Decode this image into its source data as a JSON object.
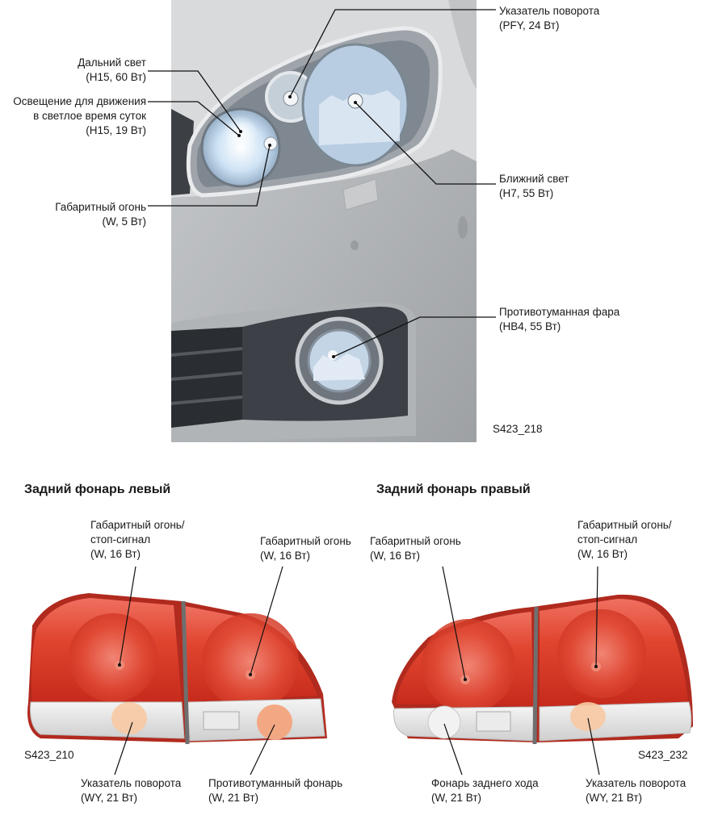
{
  "front": {
    "figure_code": "S423_218",
    "labels": {
      "high_beam": {
        "line1": "Дальний свет",
        "line2": "(H15, 60 Вт)"
      },
      "drl": {
        "line1": "Освещение для движения",
        "line2": "в светлое время суток",
        "line3": "(H15, 19 Вт)"
      },
      "parking": {
        "line1": "Габаритный огонь",
        "line2": "(W, 5 Вт)"
      },
      "turn": {
        "line1": "Указатель поворота",
        "line2": "(PFY, 24 Вт)"
      },
      "low_beam": {
        "line1": "Ближний свет",
        "line2": "(H7, 55 Вт)"
      },
      "fog": {
        "line1": "Противотуманная фара",
        "line2": "(HB4, 55 Вт)"
      }
    }
  },
  "rear_left": {
    "title": "Задний фонарь левый",
    "figure_code": "S423_210",
    "labels": {
      "tail_brake": {
        "line1": "Габаритный огонь/",
        "line2": "стоп-сигнал",
        "line3": "(W, 16 Вт)"
      },
      "tail": {
        "line1": "Габаритный огонь",
        "line2": "(W, 16 Вт)"
      },
      "turn": {
        "line1": "Указатель поворота",
        "line2": "(WY, 21 Вт)"
      },
      "fog": {
        "line1": "Противотуманный фонарь",
        "line2": "(W, 21 Вт)"
      }
    }
  },
  "rear_right": {
    "title": "Задний фонарь правый",
    "figure_code": "S423_232",
    "labels": {
      "tail": {
        "line1": "Габаритный огонь",
        "line2": "(W, 16 Вт)"
      },
      "tail_brake": {
        "line1": "Габаритный огонь/",
        "line2": "стоп-сигнал",
        "line3": "(W, 16 Вт)"
      },
      "reverse": {
        "line1": "Фонарь заднего хода",
        "line2": "(W, 21 Вт)"
      },
      "turn": {
        "line1": "Указатель поворота",
        "line2": "(WY, 21 Вт)"
      }
    }
  }
}
